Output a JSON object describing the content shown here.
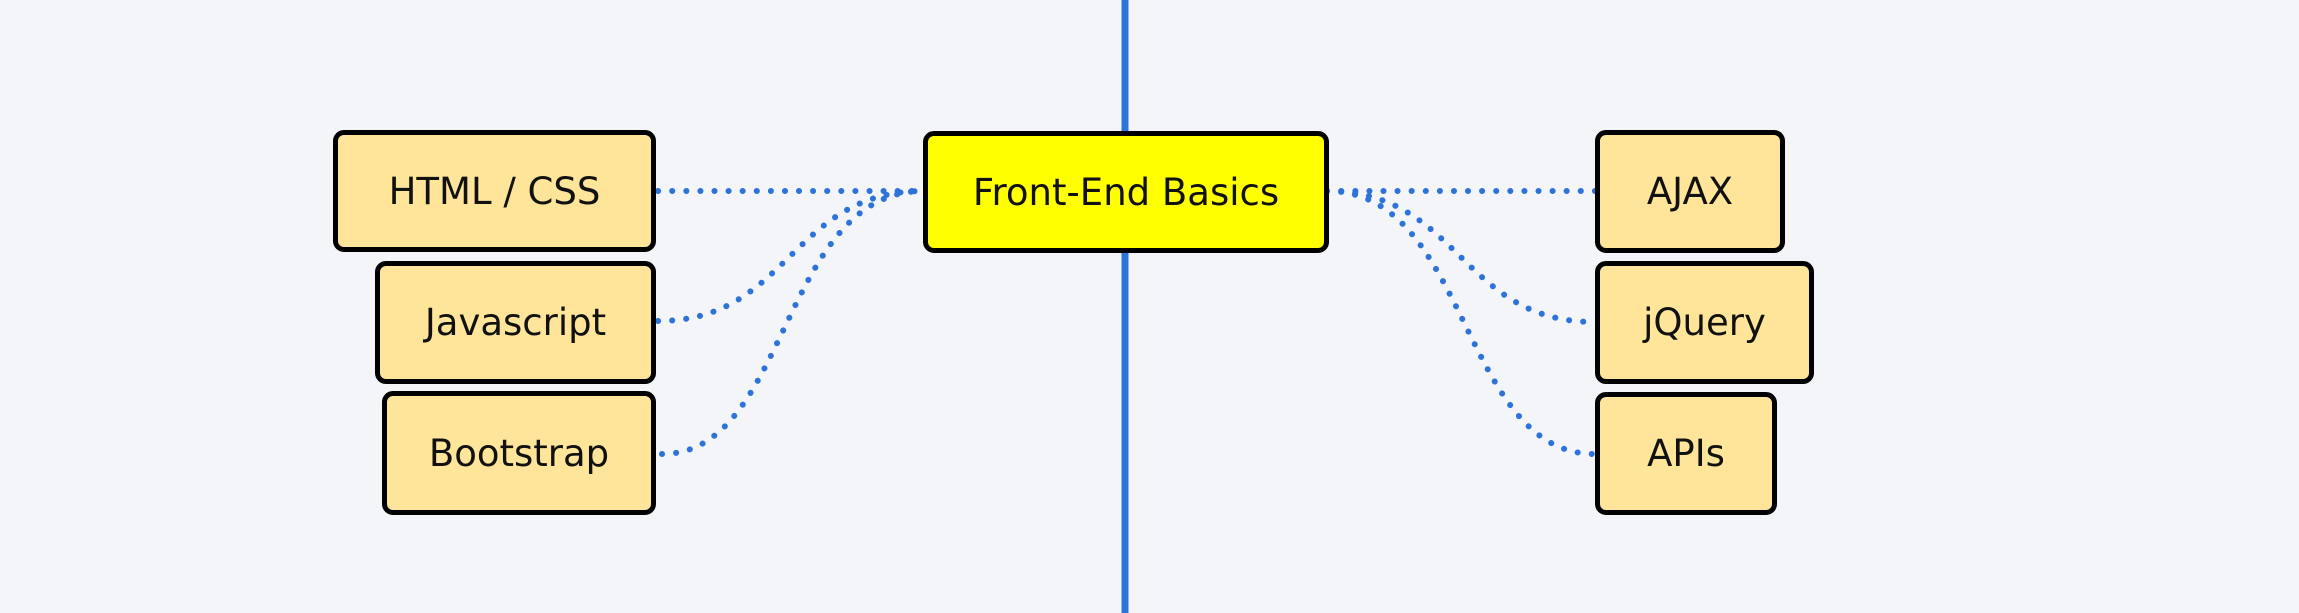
{
  "colors": {
    "background": "#f3f5f8",
    "spine": "#2d73d9",
    "connector": "#2d73d9",
    "main_node_fill": "#ffff00",
    "sub_node_fill": "#ffe599",
    "node_border": "#000000"
  },
  "main_topic": {
    "label": "Front-End Basics"
  },
  "left_topics": [
    {
      "label": "HTML / CSS"
    },
    {
      "label": "Javascript"
    },
    {
      "label": "Bootstrap"
    }
  ],
  "right_topics": [
    {
      "label": "AJAX"
    },
    {
      "label": "jQuery"
    },
    {
      "label": "APIs"
    }
  ]
}
